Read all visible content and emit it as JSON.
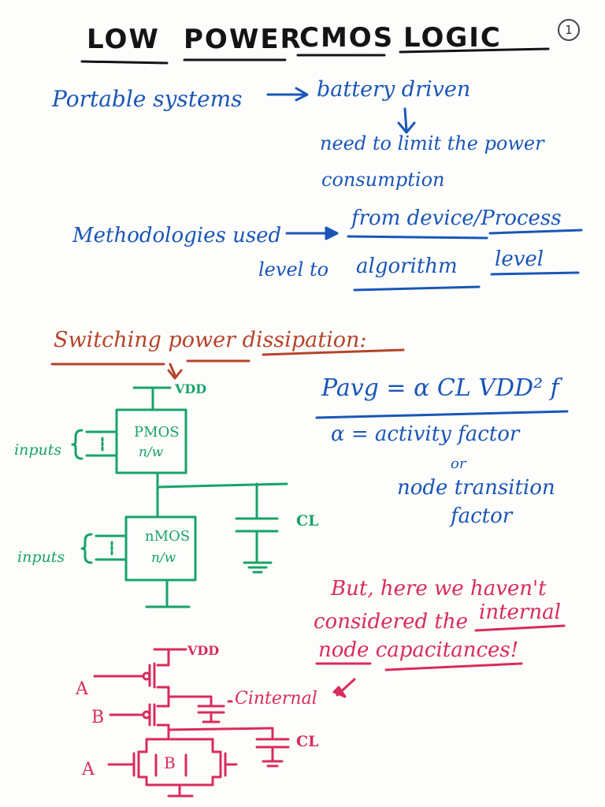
{
  "colors": {
    "ink_black": "#141414",
    "ink_blue": "#1a56b8",
    "ink_red": "#b5442a",
    "ink_green": "#17a36a",
    "ink_pink": "#d92b5c",
    "paper": "#fdfdfb"
  },
  "header": {
    "title_words": [
      "LOW",
      "POWER",
      "CMOS",
      "LOGIC"
    ],
    "page_number": "1"
  },
  "section1": {
    "portable_systems": "Portable systems",
    "battery_driven": "battery driven",
    "need_to_limit": "need to limit the power",
    "consumption": "consumption",
    "methodologies_used": "Methodologies used",
    "from_device_process": "from device/Process",
    "level_to": "level to",
    "algorithm": "algorithm",
    "level": "level"
  },
  "section2": {
    "heading": "Switching power dissipation:",
    "vdd_label": "VDD",
    "inputs_top": "inputs",
    "inputs_bottom": "inputs",
    "pmos_label": "PMOS",
    "pmos_sub": "n/w",
    "nmos_label": "nMOS",
    "nmos_sub": "n/w",
    "cl_label": "CL",
    "formula": "Pavg = α CL VDD² f",
    "alpha_def": "α = activity factor",
    "or_text": "or",
    "node_transition": "node transition",
    "factor": "factor"
  },
  "section3": {
    "note_line1": "But, here we haven't",
    "note_line2_pre": "considered the",
    "note_line2_emph": "internal",
    "note_line3": "node capacitances!",
    "vdd_label": "VDD",
    "input_a_top": "A",
    "input_b_top": "B",
    "input_a_bottom": "A",
    "inner_b": "B",
    "c_internal": "Cinternal",
    "cl_label": "CL"
  }
}
